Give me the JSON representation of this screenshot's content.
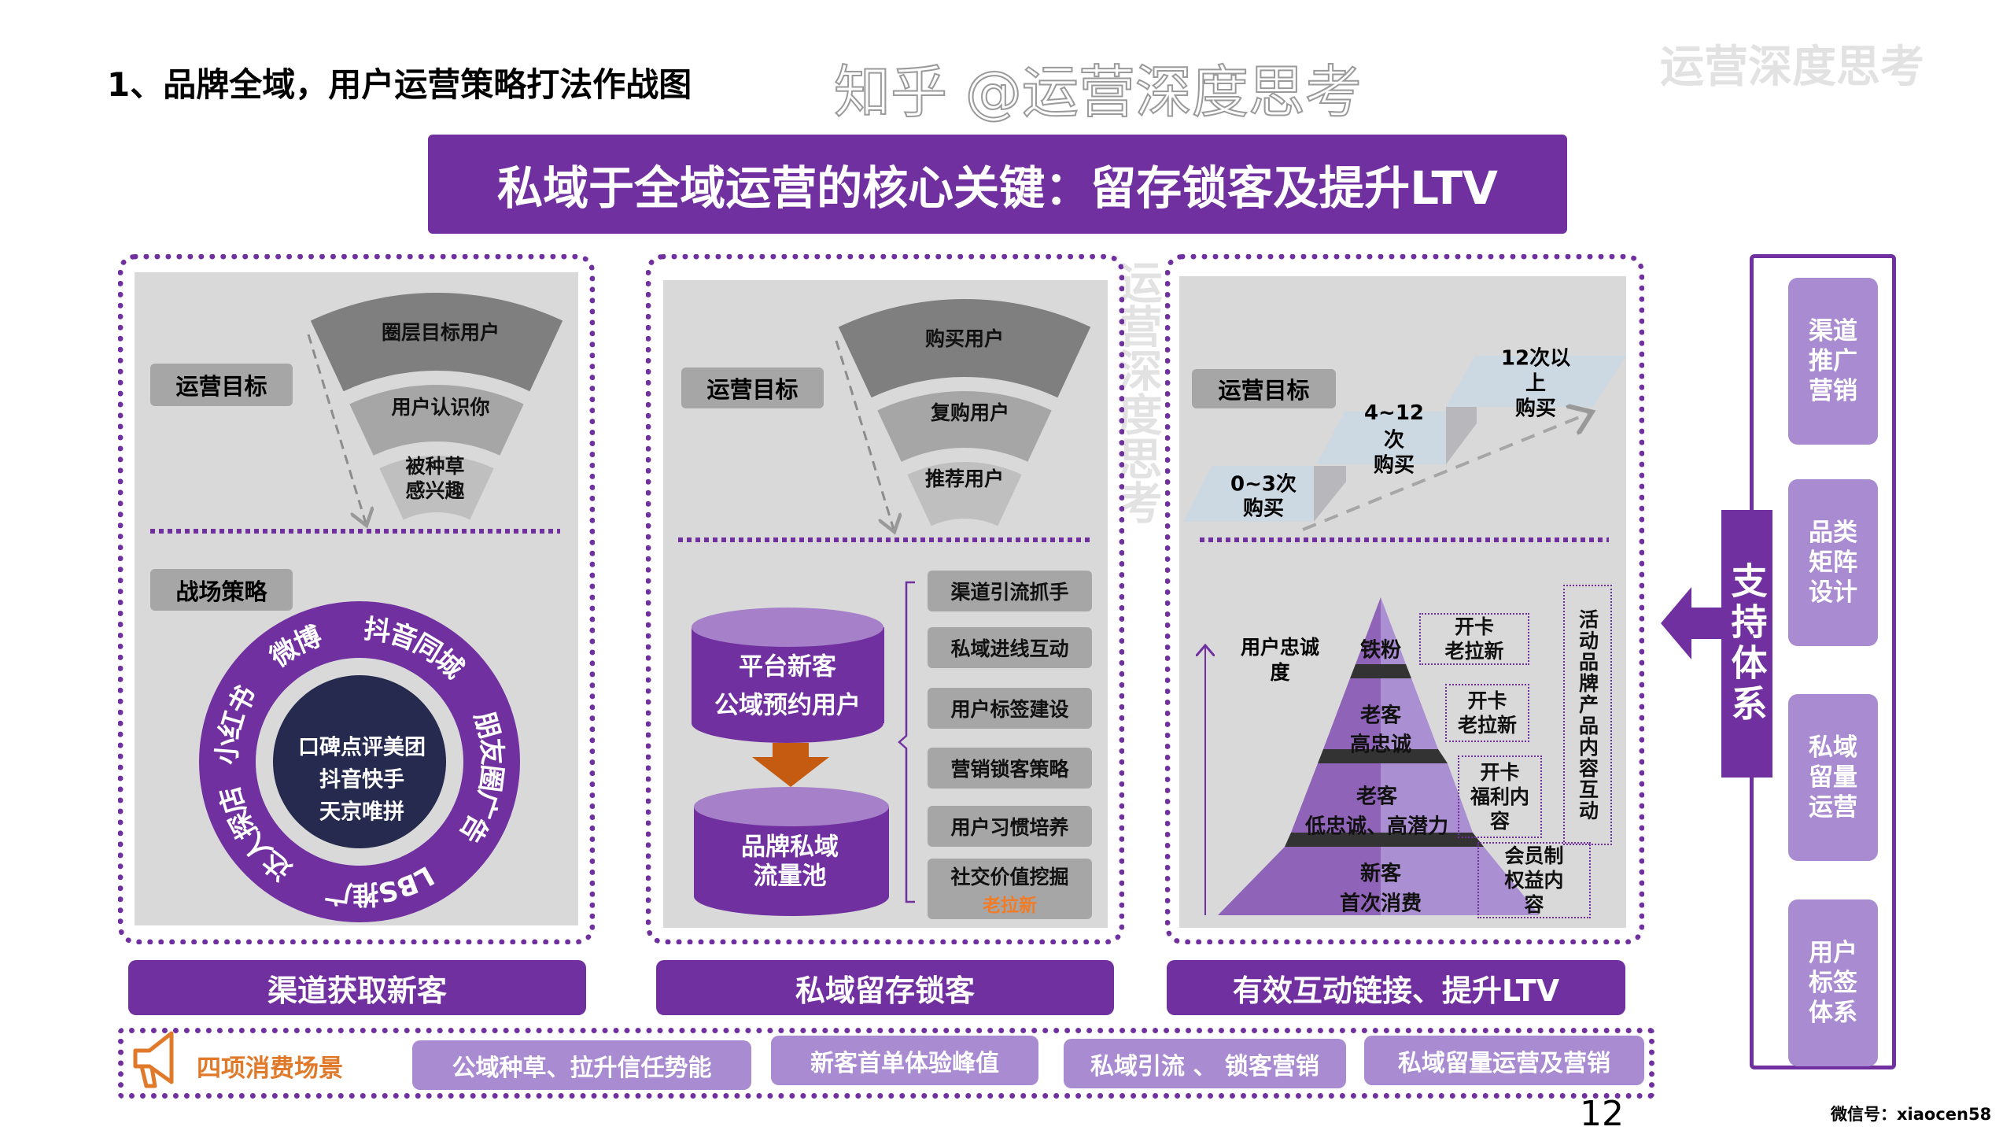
{
  "page_title": "1、品牌全域，用户运营策略打法作战图",
  "banner": "私域于全域运营的核心关键：留存锁客及提升LTV",
  "colors": {
    "purple": "#7030a0",
    "light_purple": "#a98bd1",
    "gray_panel": "#d9d9d9",
    "orange": "#e07a2a",
    "navy": "#252a4e"
  },
  "panel1": {
    "goal_label": "运营目标",
    "funnel": [
      "圈层目标用户",
      "用户认识你",
      "被种草",
      "感兴趣"
    ],
    "strategy_label": "战场策略",
    "ring": [
      "抖音同城",
      "朋友圈广告",
      "LBS推广",
      "达人探店",
      "小红书",
      "微博"
    ],
    "center": [
      "口碑点评美团",
      "抖音快手",
      "天京唯拼"
    ],
    "footer": "渠道获取新客"
  },
  "panel2": {
    "goal_label": "运营目标",
    "funnel": [
      "购买用户",
      "复购用户",
      "推荐用户"
    ],
    "top_cylinder": [
      "平台新客",
      "公域预约用户"
    ],
    "bottom_cylinder": [
      "品牌私域",
      "流量池"
    ],
    "list": [
      "渠道引流抓手",
      "私域进线互动",
      "用户标签建设",
      "营销锁客策略",
      "用户习惯培养",
      "社交价值挖掘"
    ],
    "list_highlight": "老拉新",
    "footer": "私域留存锁客"
  },
  "panel3": {
    "goal_label": "运营目标",
    "stairs": [
      {
        "lines": [
          "0~3次",
          "购买"
        ]
      },
      {
        "lines": [
          "4~12",
          "次",
          "购买"
        ]
      },
      {
        "lines": [
          "12次以",
          "上",
          "购买"
        ]
      }
    ],
    "axis_label": [
      "用户忠诚",
      "度"
    ],
    "pyramid": [
      {
        "lines": [
          "铁粉"
        ]
      },
      {
        "lines": [
          "老客",
          "高忠诚"
        ]
      },
      {
        "lines": [
          "老客",
          "低忠诚、高潜力"
        ]
      },
      {
        "lines": [
          "新客",
          "首次消费"
        ]
      }
    ],
    "notes": [
      [
        "开卡",
        "老拉新"
      ],
      [
        "开卡",
        "老拉新"
      ],
      [
        "开卡",
        "福利内",
        "容"
      ],
      [
        "会员制",
        "权益内",
        "容"
      ]
    ],
    "vertical_note": "活动品牌产品内容互动",
    "footer": "有效互动链接、提升LTV"
  },
  "support": {
    "title": "支持体系",
    "items": [
      [
        "渠道",
        "推广",
        "营销"
      ],
      [
        "品类",
        "矩阵",
        "设计"
      ],
      [
        "私域",
        "留量",
        "运营"
      ],
      [
        "用户",
        "标签",
        "体系"
      ]
    ]
  },
  "scenarios": {
    "label": "四项消费场景",
    "items": [
      "公域种草、拉升信任势能",
      "新客首单体验峰值",
      "私域引流 、 锁客营销",
      "私域留量运营及营销"
    ]
  },
  "page_number": "12",
  "wechat": "微信号：xiaocen58",
  "watermark": "知乎 @运营深度思考",
  "faint_watermark": "运营深度思考"
}
